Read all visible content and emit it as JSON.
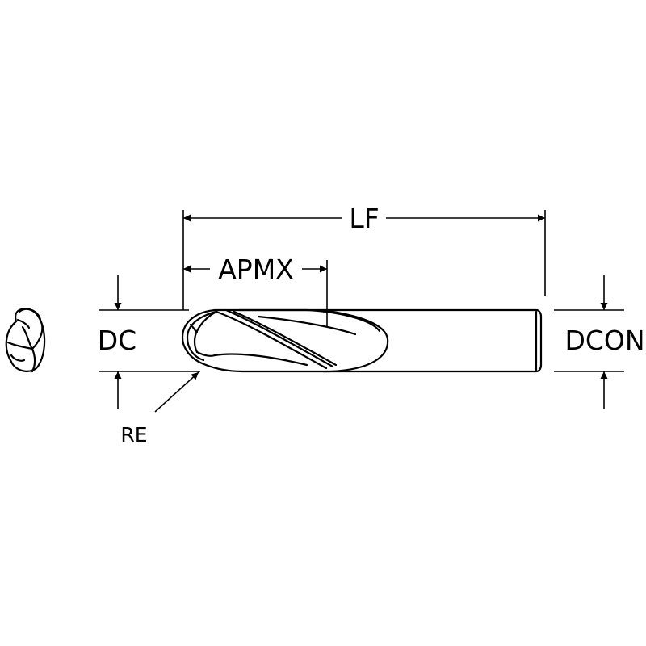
{
  "labels": {
    "lf": "LF",
    "apmx": "APMX",
    "dc": "DC",
    "dcon": "DCON",
    "re": "RE"
  },
  "colors": {
    "line": "#000000",
    "fill": "#ffffff"
  }
}
